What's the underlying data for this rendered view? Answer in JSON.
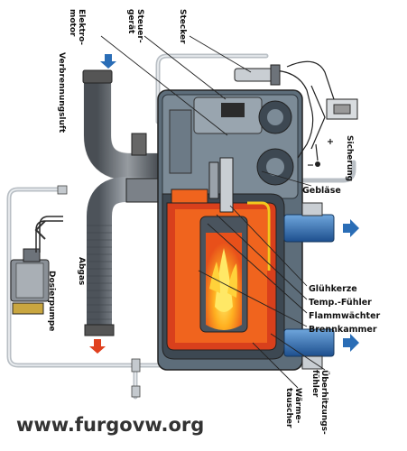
{
  "labels": {
    "elektromotor": "Elektro-motor",
    "steuergeraet": "Steuer-gerät",
    "stecker": "Stecker",
    "verbrennungsluft": "Verbrennungsluft",
    "sicherung": "Sicherung",
    "geblaese": "Gebläse",
    "gluehkerze": "Glühkerze",
    "temp_fuehler": "Temp.-Fühler",
    "flammwaechter": "Flammwächter",
    "brennkammer": "Brennkammer",
    "ueberhitzungsfuehler": "Überhitzungs-fühler",
    "waermetauscher": "Wärme-tauscher",
    "abgas": "Abgas",
    "dosierpumpe": "Dosierpumpe",
    "plus": "+",
    "minus": "−"
  },
  "watermark": "www.furgovw.org",
  "colors": {
    "housing": "#5d6d7a",
    "housing_dark": "#3d4852",
    "flame_orange": "#f0641e",
    "flame_yellow": "#ffd23a",
    "chamber_red": "#d9401c",
    "pipe_grey": "#c9ced3",
    "hose": "#7b8188",
    "water_blue": "#2a6db6",
    "yellow_line": "#f2c81e"
  }
}
